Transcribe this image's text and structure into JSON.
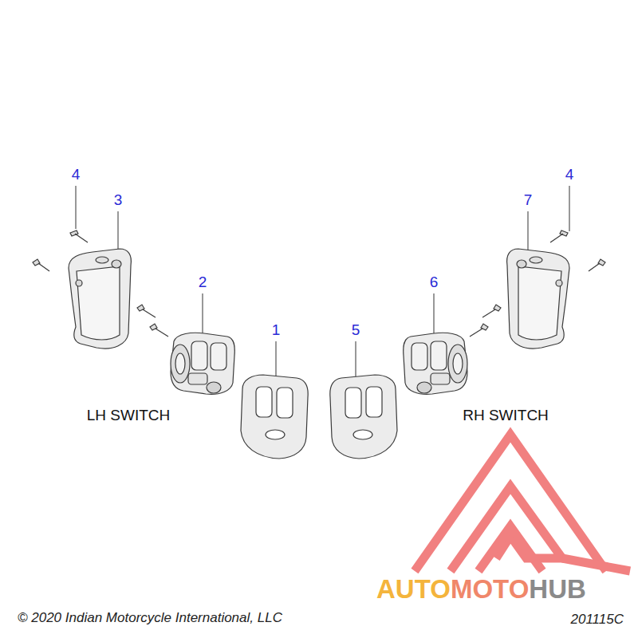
{
  "diagram": {
    "labels": [
      "4",
      "3",
      "2",
      "1",
      "5",
      "6",
      "7",
      "4",
      "LH SWITCH",
      "RH SWITCH",
      "© 2020 Indian Motorcycle International, LLC",
      "201115C",
      "AUTO",
      "MOTO",
      "HUB"
    ]
  }
}
